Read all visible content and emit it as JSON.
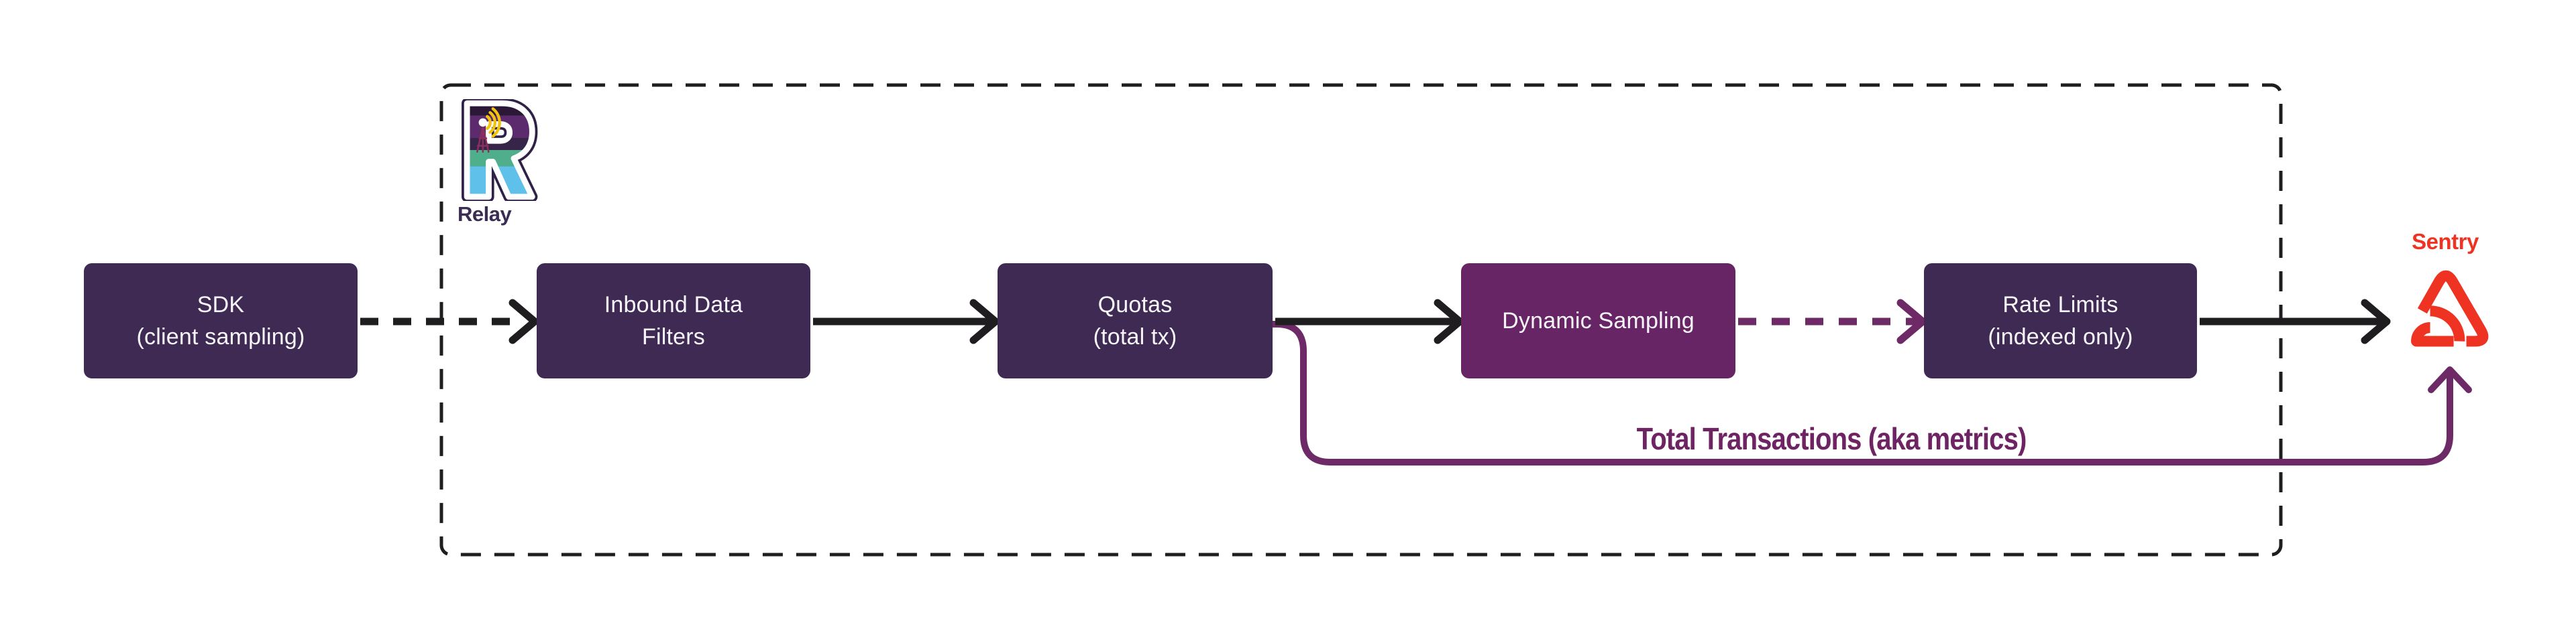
{
  "diagram": {
    "relay": {
      "label": "Relay"
    },
    "sentry": {
      "label": "Sentry"
    },
    "nodes": {
      "sdk": {
        "line1": "SDK",
        "line2": "(client sampling)"
      },
      "inbound": {
        "line1": "Inbound Data",
        "line2": "Filters"
      },
      "quotas": {
        "line1": "Quotas",
        "line2": "(total tx)"
      },
      "dynamic_sampling": {
        "line1": "Dynamic Sampling"
      },
      "rate_limits": {
        "line1": "Rate Limits",
        "line2": "(indexed only)"
      }
    },
    "branch_label": "Total Transactions (aka metrics)",
    "colors": {
      "node_bg": "#3E2A52",
      "dynamic_sampling_bg": "#682566",
      "connector_black": "#1F1D20",
      "connector_purple": "#6E2A66",
      "dashed_container_border": "#1F1D20",
      "branch_label_color": "#6E2363",
      "sentry_red": "#EF3323",
      "relay_wordmark_color": "#3A2C53",
      "node_text": "#F7F4FA"
    }
  }
}
